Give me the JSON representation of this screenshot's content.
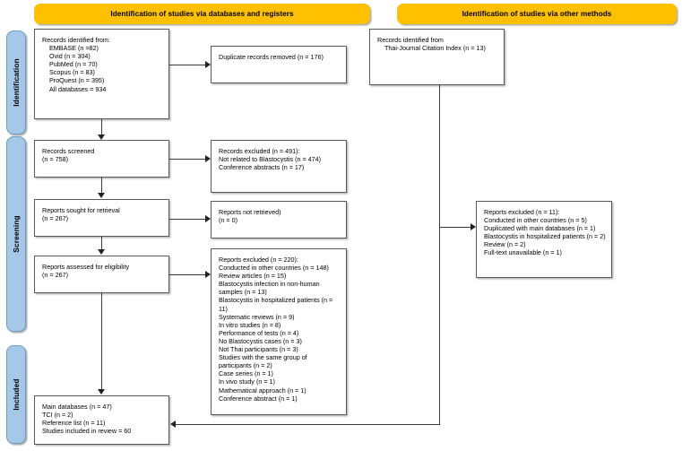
{
  "diagram": {
    "title": "PRISMA 2020 flow diagram",
    "colors": {
      "header_bar": "#FFC000",
      "stage_sidebar": "#A5C8E8",
      "box_border": "#5A5A5A",
      "connector": "#3A3A3A",
      "background": "#FFFFFF"
    }
  },
  "headers": [
    {
      "id": "databases",
      "label": "Identification of studies via databases and registers"
    },
    {
      "id": "other",
      "label": "Identification of studies via other methods"
    }
  ],
  "stages": [
    {
      "id": "identification",
      "label": "Identification"
    },
    {
      "id": "screening",
      "label": "Screening"
    },
    {
      "id": "included",
      "label": "Included"
    }
  ],
  "boxes": {
    "records_identified": {
      "name": "records-identified-box",
      "text": "Records identified from:\n    EMBASE (n =82)\n    Ovid (n = 304)\n    PubMed (n = 70)\n    Scopus (n = 83)\n    ProQuest (n = 395)\n    All databases = 934"
    },
    "duplicates_removed": {
      "name": "duplicate-records-removed-box",
      "text": "Duplicate records removed (n = 176)"
    },
    "records_screened": {
      "name": "records-screened-box",
      "text": "Records screened\n(n = 758)"
    },
    "records_excluded": {
      "name": "records-excluded-box",
      "text": "Records excluded (n = 491):\nNot related to Blastocystis (n = 474)\nConference abstracts (n = 17)"
    },
    "reports_sought": {
      "name": "reports-sought-for-retrieval-box",
      "text": "Reports sought for retrieval\n(n = 267)"
    },
    "reports_not_retrieved": {
      "name": "reports-not-retrieved-box",
      "text": "Reports not retrieved)\n(n = 0)"
    },
    "reports_assessed": {
      "name": "reports-assessed-for-eligibility-box",
      "text": "Reports assessed for eligibility\n(n = 267)"
    },
    "reports_excluded_main": {
      "name": "reports-excluded-main-box",
      "text": "Reports excluded (n = 220):\nConducted in other countries (n = 148)\nReview articles (n = 15)\nBlastocystis infection in non-human samples (n = 13)\nBlastocystis in hospitalized patients (n = 11)\nSystematic reviews (n = 9)\nIn vitro studies (n = 8)\nPerformance of tests (n = 4)\nNo Blastocystis cases (n = 3)\nNot Thai participants (n = 3)\nStudies with the same group of participants (n = 2)\nCase series (n = 1)\nIn vivo study (n = 1)\nMathematical approach (n = 1)\nConference abstract (n = 1)"
    },
    "records_identified_other": {
      "name": "records-identified-other-methods-box",
      "text": "Records identified from\n    Thai-Journal Citation Index (n = 13)"
    },
    "reports_excluded_other": {
      "name": "reports-excluded-other-box",
      "text": "Reports excluded (n = 11):\nConducted in other countries (n = 5)\nDuplicated with main databases (n = 1)\nBlastocystis in hospitalized patients (n = 2)\nReview (n = 2)\nFull-text unavailable (n = 1)"
    },
    "studies_included": {
      "name": "studies-included-box",
      "text": "Main databases (n = 47)\nTCI (n = 2)\nReference list (n = 11)\nStudies included in review = 60"
    }
  },
  "chart_data": {
    "type": "diagram",
    "title": "PRISMA 2020 flow diagram for study selection",
    "nodes": [
      {
        "id": "records_identified",
        "stage": "Identification",
        "column": "databases",
        "label": "Records identified from",
        "counts": {
          "EMBASE": 82,
          "Ovid": 304,
          "PubMed": 70,
          "Scopus": 83,
          "ProQuest": 395,
          "All databases": 934
        }
      },
      {
        "id": "duplicates_removed",
        "stage": "Identification",
        "column": "databases",
        "label": "Duplicate records removed",
        "n": 176
      },
      {
        "id": "records_identified_other",
        "stage": "Identification",
        "column": "other",
        "label": "Thai-Journal Citation Index",
        "n": 13
      },
      {
        "id": "records_screened",
        "stage": "Screening",
        "column": "databases",
        "label": "Records screened",
        "n": 758
      },
      {
        "id": "records_excluded",
        "stage": "Screening",
        "column": "databases",
        "label": "Records excluded",
        "n": 491,
        "reasons": {
          "Not related to Blastocystis": 474,
          "Conference abstracts": 17
        }
      },
      {
        "id": "reports_sought",
        "stage": "Screening",
        "column": "databases",
        "label": "Reports sought for retrieval",
        "n": 267
      },
      {
        "id": "reports_not_retrieved",
        "stage": "Screening",
        "column": "databases",
        "label": "Reports not retrieved",
        "n": 0
      },
      {
        "id": "reports_assessed",
        "stage": "Screening",
        "column": "databases",
        "label": "Reports assessed for eligibility",
        "n": 267
      },
      {
        "id": "reports_excluded_main",
        "stage": "Screening",
        "column": "databases",
        "label": "Reports excluded",
        "n": 220,
        "reasons": {
          "Conducted in other countries": 148,
          "Review articles": 15,
          "Blastocystis infection in non-human samples": 13,
          "Blastocystis in hospitalized patients": 11,
          "Systematic reviews": 9,
          "In vitro studies": 8,
          "Performance of tests": 4,
          "No Blastocystis cases": 3,
          "Not Thai participants": 3,
          "Studies with the same group of participants": 2,
          "Case series": 1,
          "In vivo study": 1,
          "Mathematical approach": 1,
          "Conference abstract": 1
        }
      },
      {
        "id": "reports_excluded_other",
        "stage": "Screening",
        "column": "other",
        "label": "Reports excluded",
        "n": 11,
        "reasons": {
          "Conducted in other countries": 5,
          "Duplicated with main databases": 1,
          "Blastocystis in hospitalized patients": 2,
          "Review": 2,
          "Full-text unavailable": 1
        }
      },
      {
        "id": "studies_included",
        "stage": "Included",
        "column": "databases",
        "label": "Studies included in review",
        "n": 60,
        "breakdown": {
          "Main databases": 47,
          "TCI": 2,
          "Reference list": 11
        }
      }
    ],
    "edges": [
      {
        "from": "records_identified",
        "to": "duplicates_removed"
      },
      {
        "from": "records_identified",
        "to": "records_screened"
      },
      {
        "from": "records_screened",
        "to": "records_excluded"
      },
      {
        "from": "records_screened",
        "to": "reports_sought"
      },
      {
        "from": "reports_sought",
        "to": "reports_not_retrieved"
      },
      {
        "from": "reports_sought",
        "to": "reports_assessed"
      },
      {
        "from": "reports_assessed",
        "to": "reports_excluded_main"
      },
      {
        "from": "reports_assessed",
        "to": "studies_included"
      },
      {
        "from": "records_identified_other",
        "to": "reports_excluded_other"
      },
      {
        "from": "records_identified_other",
        "to": "studies_included"
      }
    ]
  }
}
